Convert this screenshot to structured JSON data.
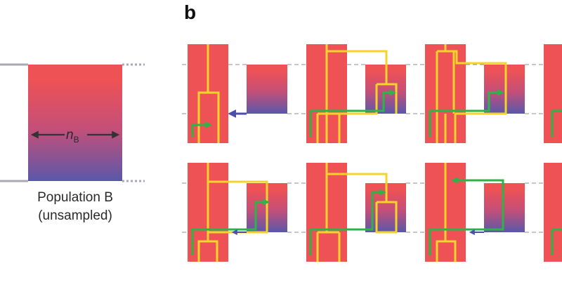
{
  "panel_label": "b",
  "population": {
    "title": "Population B",
    "subtitle": "(unsampled)",
    "size_symbol": "n",
    "size_subscript": "B"
  },
  "colors": {
    "population_a": "#ef5254",
    "gradient_top": "#ef5254",
    "gradient_bottom": "#5a58aa",
    "lineage": "#f4d42c",
    "migration": "#2db34a",
    "arrow_blue": "#4d4fa8",
    "dashed_grey": "#8d8d8d",
    "dotted_grey": "#a9a9b2"
  },
  "scenarios": [
    {
      "id": "row1-col1"
    },
    {
      "id": "row1-col2"
    },
    {
      "id": "row1-col3"
    },
    {
      "id": "row1-col4"
    },
    {
      "id": "row2-col1"
    },
    {
      "id": "row2-col2"
    },
    {
      "id": "row2-col3"
    },
    {
      "id": "row2-col4"
    }
  ]
}
